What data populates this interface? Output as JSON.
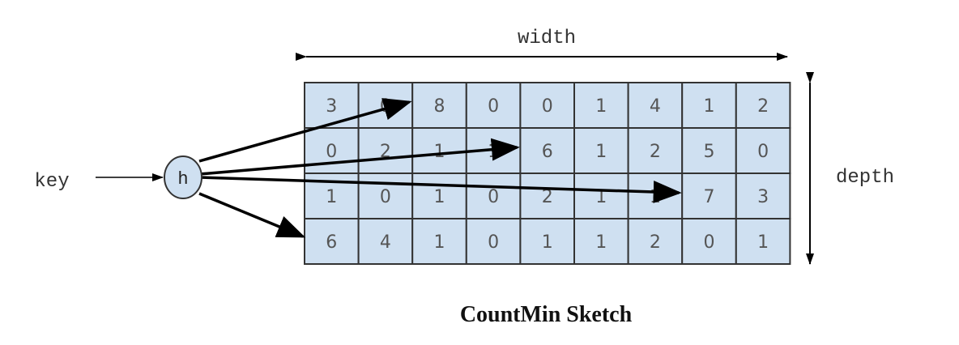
{
  "labels": {
    "width": "width",
    "depth": "depth",
    "key": "key",
    "hash": "h",
    "title": "CountMin Sketch"
  },
  "colors": {
    "cell_fill": "#cfe0f1",
    "cell_stroke": "#333333",
    "arrow": "#000000",
    "hash_fill": "#cfe0f1"
  },
  "grid": [
    [
      "3",
      "0",
      "8",
      "0",
      "0",
      "1",
      "4",
      "1",
      "2"
    ],
    [
      "0",
      "2",
      "1",
      "1",
      "6",
      "1",
      "2",
      "5",
      "0"
    ],
    [
      "1",
      "0",
      "1",
      "0",
      "2",
      "1",
      "1",
      "7",
      "3"
    ],
    [
      "6",
      "4",
      "1",
      "0",
      "1",
      "1",
      "2",
      "0",
      "1"
    ]
  ],
  "hash_targets": [
    {
      "row": 0,
      "col": 2
    },
    {
      "row": 1,
      "col": 4
    },
    {
      "row": 2,
      "col": 7
    },
    {
      "row": 3,
      "col": 0
    }
  ]
}
